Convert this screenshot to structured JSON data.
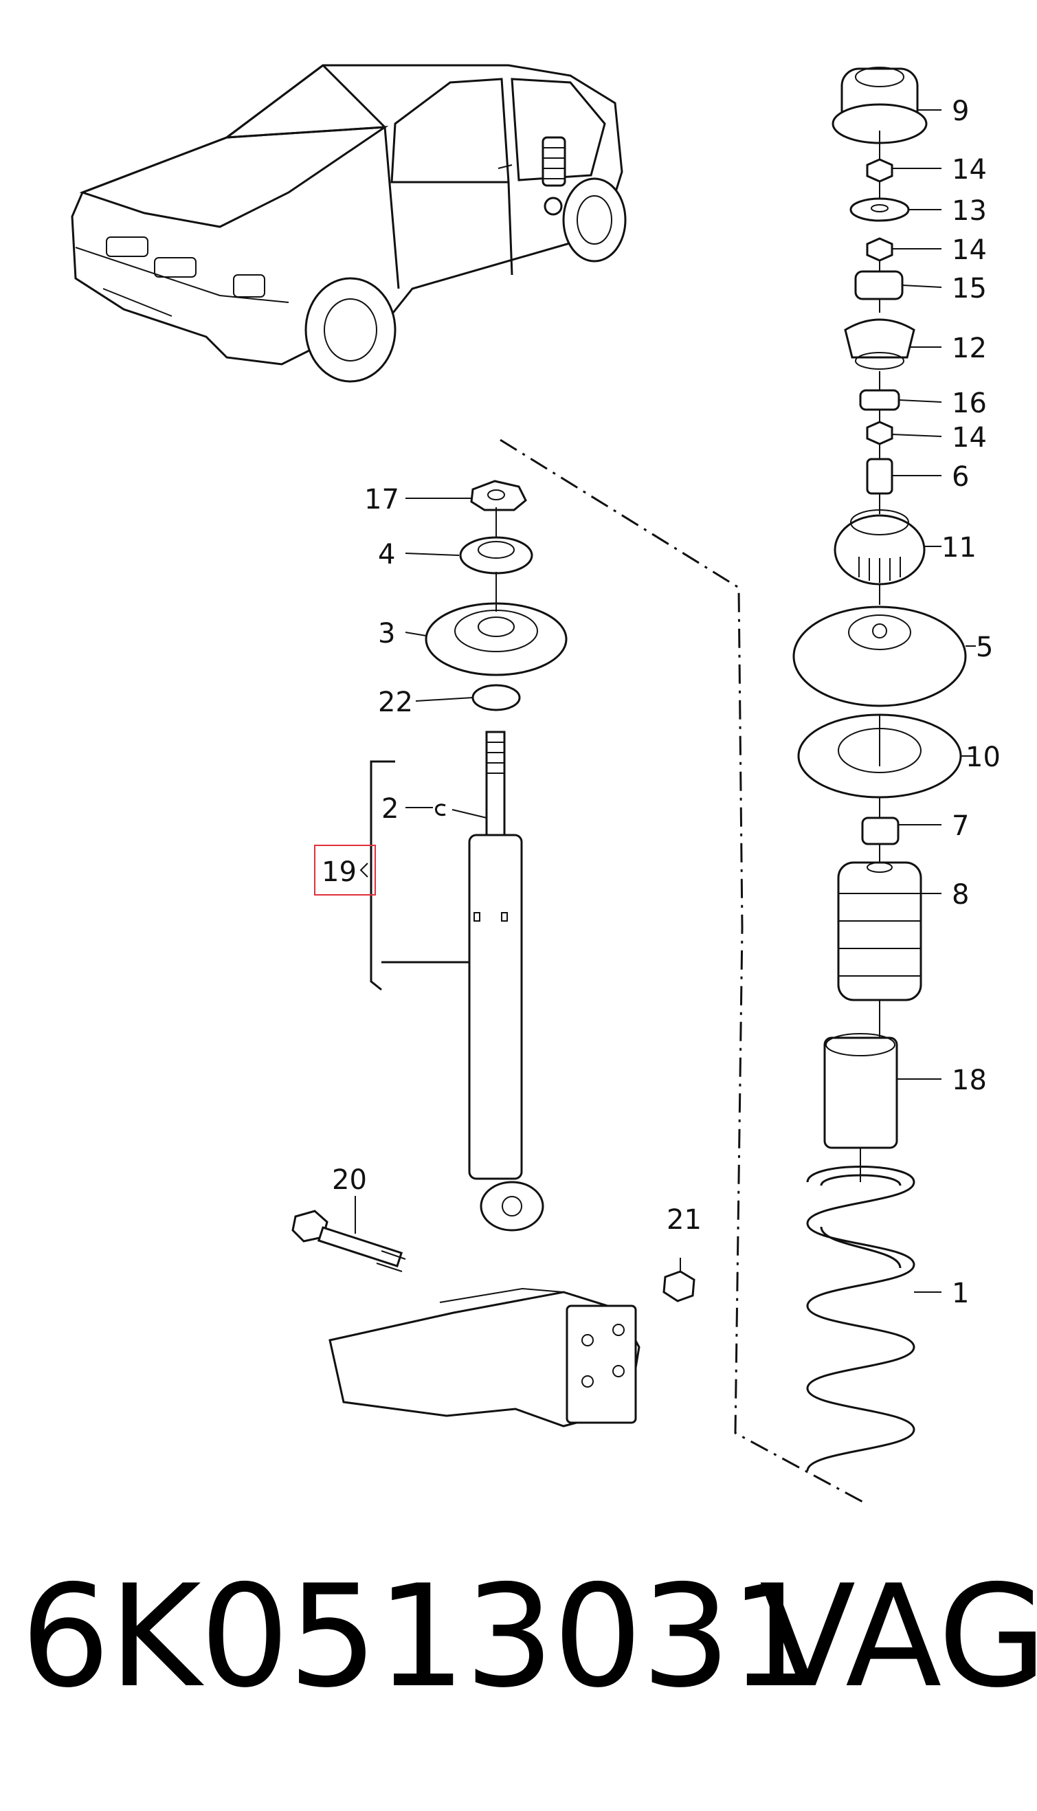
{
  "diagram": {
    "callouts": {
      "c1": "1",
      "c2": "2",
      "c3": "3",
      "c4": "4",
      "c5": "5",
      "c6": "6",
      "c7": "7",
      "c8": "8",
      "c9": "9",
      "c10": "10",
      "c11": "11",
      "c12": "12",
      "c13": "13",
      "c14a": "14",
      "c14b": "14",
      "c14c": "14",
      "c15": "15",
      "c16": "16",
      "c17": "17",
      "c18": "18",
      "c19": "19",
      "c20": "20",
      "c21": "21",
      "c22": "22"
    },
    "highlight_color": "#e0303a"
  },
  "footer": {
    "part_number": "6K0513031",
    "brand": "VAG"
  }
}
